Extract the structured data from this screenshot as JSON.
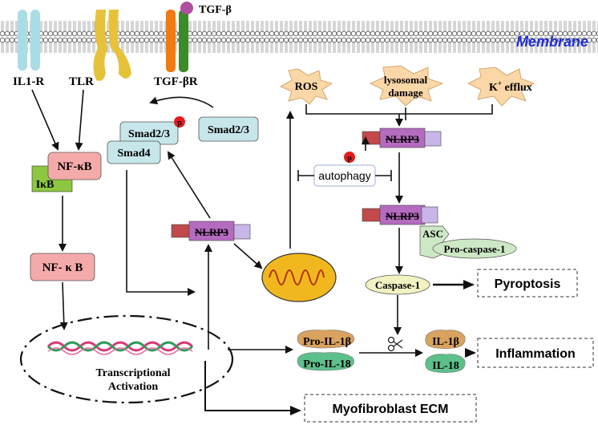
{
  "membrane": {
    "label": "Membrane",
    "label_color": "#1f2fd6"
  },
  "receptors": {
    "il1r": "IL1-R",
    "tlr": "TLR",
    "tgfbr": "TGF-βR",
    "tgfb_ligand": "TGF-β"
  },
  "nfkb_complex": {
    "nfkb": "NF-κB",
    "ikb": "IκB"
  },
  "nfkb_free": "NF- κ B",
  "smad": {
    "smad23_p": "Smad2/3",
    "smad4": "Smad4",
    "smad23": "Smad2/3",
    "phospho": "p"
  },
  "nlrp3": {
    "label": "NLRP3",
    "phospho": "p"
  },
  "stimuli": {
    "ros": "ROS",
    "lysosomal": [
      "lysosomal",
      "damage"
    ],
    "kefflux": {
      "base": "K",
      "sup": "+",
      "rest": " efflux"
    }
  },
  "autophagy": "autophagy",
  "inflammasome": {
    "asc": "ASC",
    "procaspase": "Pro-caspase-1",
    "caspase": "Caspase-1"
  },
  "cytokines": {
    "pro_il1b": "Pro-IL-1β",
    "pro_il18": "Pro-IL-18",
    "il1b": "IL-1β",
    "il18": "IL-18"
  },
  "transcription": [
    "Transcriptional",
    "Activation"
  ],
  "outcomes": {
    "pyroptosis": "Pyroptosis",
    "inflammation": "Inflammation",
    "myofibroblast": "Myofibroblast  ECM"
  },
  "colors": {
    "il1r": "#a9dde6",
    "tlr": "#e6c23a",
    "tgfbr_orange": "#f27a12",
    "tgfbr_green": "#3d8a2a",
    "ligand": "#b04fa0",
    "nfkb": "#f5aaaa",
    "ikb": "#8dc63f",
    "smad": "#c7e6ea",
    "nlrp3": "#b56bbf",
    "nlrp3_left": "#c24a4a",
    "nlrp3_right": "#c9b6e8",
    "starburst": "#fbd6a6",
    "asc": "#cde8c4",
    "caspase": "#f2f2c2",
    "pro_il1b": "#d9a25e",
    "pro_il18": "#5cc08a",
    "mito_fill": "#f0b81e",
    "phospho": "#e61c1c"
  }
}
